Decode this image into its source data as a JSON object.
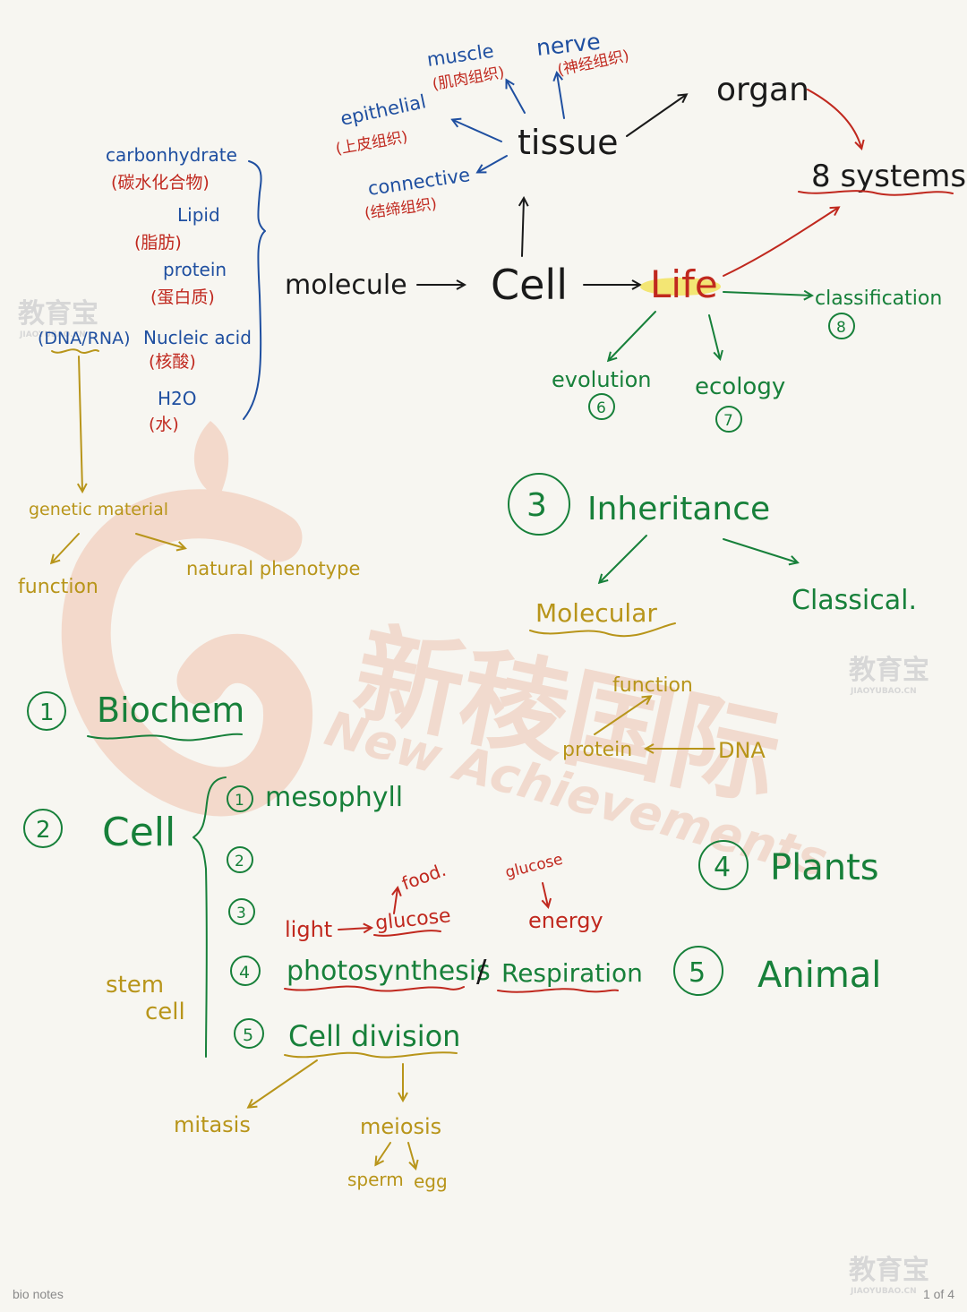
{
  "footer": {
    "doc_title": "bio notes",
    "page_indicator": "1 of 4"
  },
  "watermark": {
    "cn_text": "新稜国际",
    "en_text": "New Achievements",
    "logo_text": "教育宝",
    "logo_url": "JIAOYUBAO.CN"
  },
  "molecules": {
    "carb": "carbonhydrate",
    "carb_cn": "(碳水化合物)",
    "lipid": "Lipid",
    "lipid_cn": "(脂肪)",
    "protein": "protein",
    "protein_cn": "(蛋白质)",
    "dna_rna": "(DNA/RNA)",
    "nucleic": "Nucleic acid",
    "nucleic_cn": "(核酸)",
    "water": "H2O",
    "water_cn": "(水)"
  },
  "tissues": {
    "muscle": "muscle",
    "muscle_cn": "(肌肉组织)",
    "nerve": "nerve",
    "nerve_cn": "(神经组织)",
    "epithelial": "epithelial",
    "epithelial_cn": "(上皮组织)",
    "connective": "connective",
    "connective_cn": "(结缔组织)"
  },
  "hierarchy": {
    "molecule": "molecule",
    "cell": "Cell",
    "life": "Life",
    "tissue": "tissue",
    "organ": "organ",
    "systems": "8 systems",
    "classification": "classification",
    "classification_num": "8",
    "evolution": "evolution",
    "evolution_num": "6",
    "ecology": "ecology",
    "ecology_num": "7"
  },
  "genetics": {
    "genetic_material": "genetic material",
    "function": "function",
    "phenotype": "natural phenotype"
  },
  "inheritance": {
    "num": "3",
    "title": "Inheritance",
    "molecular": "Molecular",
    "classical": "Classical.",
    "function": "function",
    "protein": "protein",
    "dna": "DNA"
  },
  "biochem": {
    "num": "1",
    "title": "Biochem"
  },
  "cell_section": {
    "num": "2",
    "title": "Cell",
    "items": [
      {
        "num": "1",
        "label": "mesophyll"
      },
      {
        "num": "2",
        "label": ""
      },
      {
        "num": "3",
        "label": ""
      },
      {
        "num": "4",
        "label": "photosynthesis"
      },
      {
        "num": "5",
        "label": "Cell division"
      }
    ],
    "slash": "/",
    "respiration": "Respiration",
    "light": "light",
    "glucose": "glucose",
    "food": "food.",
    "glucose2": "glucose",
    "energy": "energy",
    "stem1": "stem",
    "stem2": "cell",
    "mitosis": "mitasis",
    "meiosis": "meiosis",
    "sperm": "sperm",
    "egg": "egg"
  },
  "plants": {
    "num": "4",
    "title": "Plants"
  },
  "animal": {
    "num": "5",
    "title": "Animal"
  }
}
